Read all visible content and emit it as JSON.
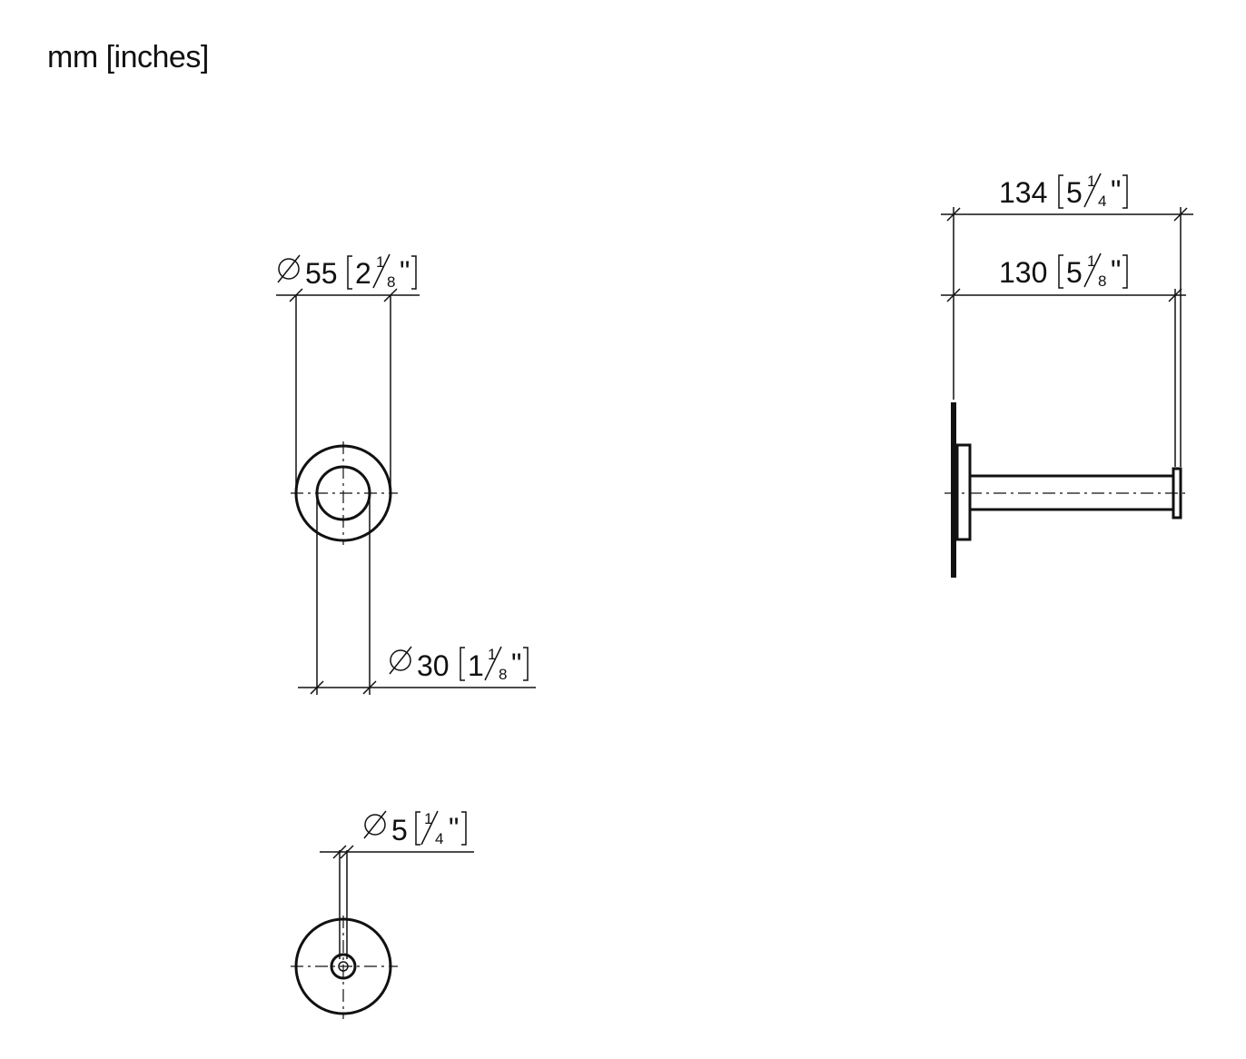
{
  "units_label": "mm [inches]",
  "dimensions": {
    "front_outer_diameter": {
      "mm": "55",
      "in_whole": "2",
      "in_num": "1",
      "in_den": "8",
      "inch_mark": "\""
    },
    "front_inner_diameter": {
      "mm": "30",
      "in_whole": "1",
      "in_num": "1",
      "in_den": "8",
      "inch_mark": "\""
    },
    "side_overall_length": {
      "mm": "134",
      "in_whole": "5",
      "in_num": "1",
      "in_den": "4",
      "inch_mark": "\""
    },
    "side_bar_length": {
      "mm": "130",
      "in_whole": "5",
      "in_num": "1",
      "in_den": "8",
      "inch_mark": "\""
    },
    "mount_hole_diameter": {
      "mm": "5",
      "in_whole": "",
      "in_num": "1",
      "in_den": "4",
      "inch_mark": "\""
    }
  }
}
